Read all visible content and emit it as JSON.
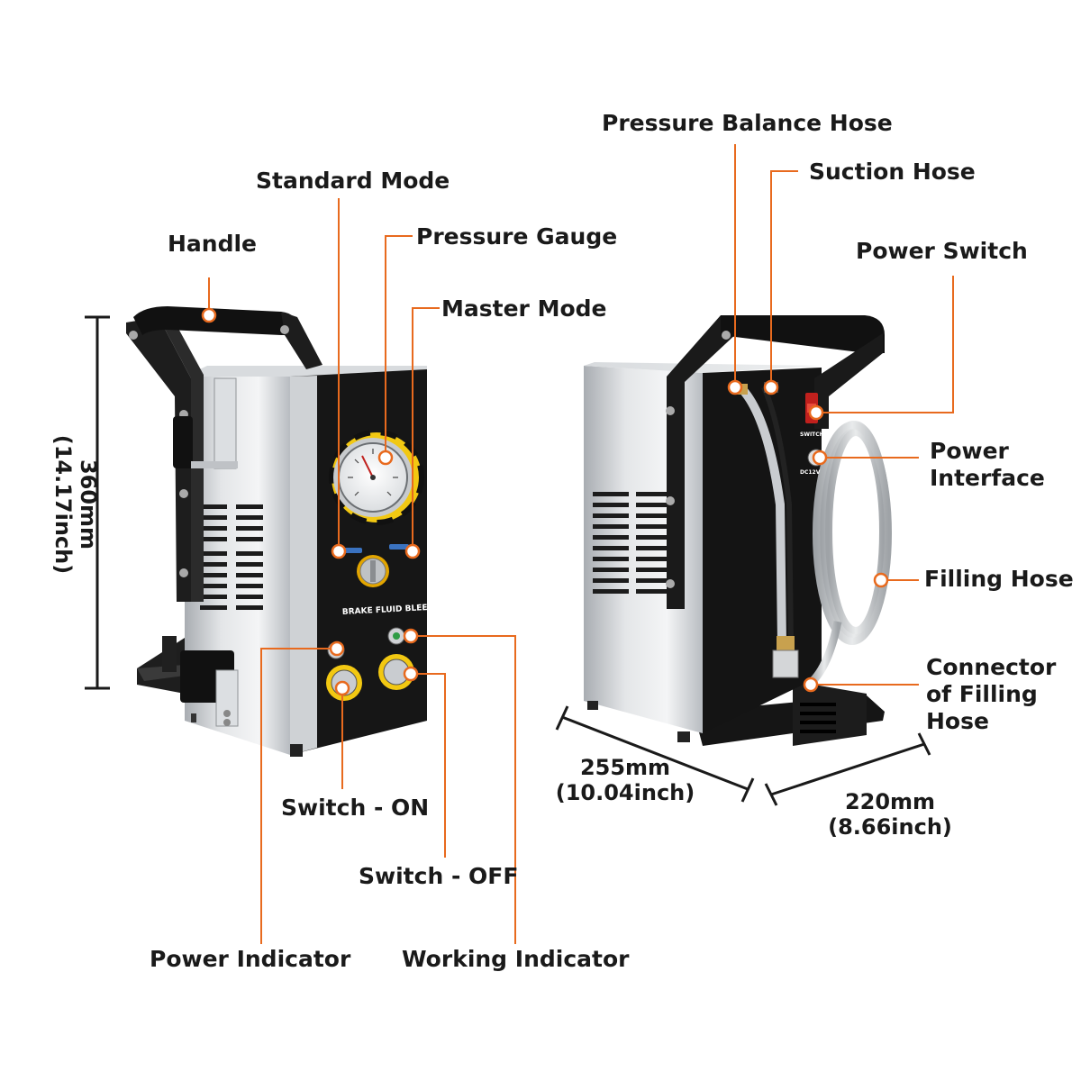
{
  "product": {
    "front_panel_text": "BRAKE FLUID BLEEDER",
    "back_switch_text": "SWITCH",
    "back_power_text": "DC12V"
  },
  "callouts": {
    "handle": "Handle",
    "standard_mode": "Standard Mode",
    "pressure_gauge": "Pressure Gauge",
    "master_mode": "Master Mode",
    "switch_on": "Switch - ON",
    "switch_off": "Switch - OFF",
    "power_indicator": "Power Indicator",
    "working_indicator": "Working Indicator",
    "pressure_balance_hose": "Pressure Balance Hose",
    "suction_hose": "Suction Hose",
    "power_switch": "Power Switch",
    "power_interface": "Power\nInterface",
    "filling_hose": "Filling Hose",
    "connector_filling_hose": "Connector\nof Filling\nHose"
  },
  "dimensions": {
    "height": "360mm\n(14.17inch)",
    "length": "255mm\n(10.04inch)",
    "width": "220mm\n(8.66inch)"
  },
  "colors": {
    "accent": "#e86a1e",
    "body_black": "#1b1b1b",
    "steel": "#c9ccd0",
    "text": "#1a1a1a"
  }
}
